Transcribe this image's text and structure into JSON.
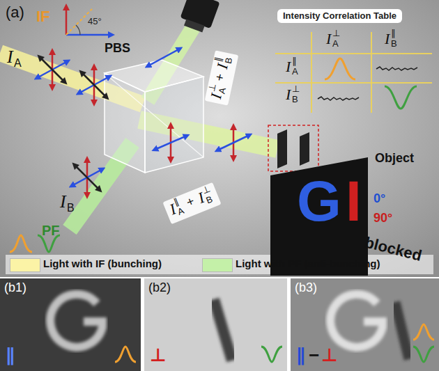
{
  "diagram": {
    "nodes": [
      {
        "text": [
          "Intensity Correlation Table"
        ]
      },
      {
        "text": [
          "I",
          "⊥",
          "A",
          "+",
          "I",
          "∥",
          "B"
        ]
      },
      {
        "text": [
          "I",
          "∥",
          "A",
          "+",
          "I",
          "⊥",
          "B"
        ]
      },
      {
        "text": [
          "Object",
          "G",
          "I",
          "0°",
          "90°",
          "blocked"
        ]
      },
      {
        "text": [
          "(b1)",
          "∥"
        ]
      },
      {
        "text": [
          "(b2)",
          "⊥"
        ]
      },
      {
        "text": [
          "(b3)",
          "∥",
          "−",
          "⊥"
        ]
      }
    ],
    "labels": [
      "(a)",
      "IF",
      "45°",
      "PBS",
      "I",
      "A",
      "I",
      "B",
      "PF",
      "I",
      "⊥",
      "A",
      "I",
      "∥",
      "B",
      "I",
      "∥",
      "A",
      "I",
      "⊥",
      "B"
    ],
    "legend": [
      {
        "text": "Light with IF (bunching)",
        "color": "#fbf3a6"
      },
      {
        "text": "Light with PF (anti-bunching)",
        "color": "#c4f0a8"
      }
    ]
  }
}
